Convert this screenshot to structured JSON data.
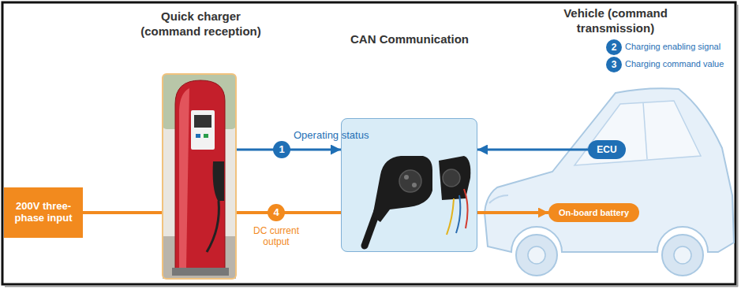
{
  "diagram": {
    "nodes": [
      {
        "text": [
          "200V three-phase input"
        ]
      },
      {
        "text": [
          "Quick charger (command reception)"
        ]
      },
      {
        "text": [
          "CAN Communication"
        ]
      },
      {
        "text": [
          "Vehicle (command transmission)"
        ]
      },
      {
        "text": [
          "ECU"
        ],
        "in": 3
      },
      {
        "text": [
          "On-board battery"
        ],
        "in": 3
      }
    ],
    "edges": [
      {
        "from": 0,
        "to": 1,
        "arrow": "none"
      },
      {
        "from": 1,
        "to": 2,
        "arrow": "to"
      },
      {
        "from": 4,
        "to": 2,
        "arrow": "to"
      },
      {
        "from": 1,
        "to": 2,
        "arrow": "none"
      },
      {
        "from": 2,
        "to": 5,
        "arrow": "to"
      }
    ],
    "labels": [
      "1",
      "Operating status",
      "2",
      "Charging enabling signal",
      "3",
      "Charging command value",
      "4",
      "DC current output"
    ]
  }
}
